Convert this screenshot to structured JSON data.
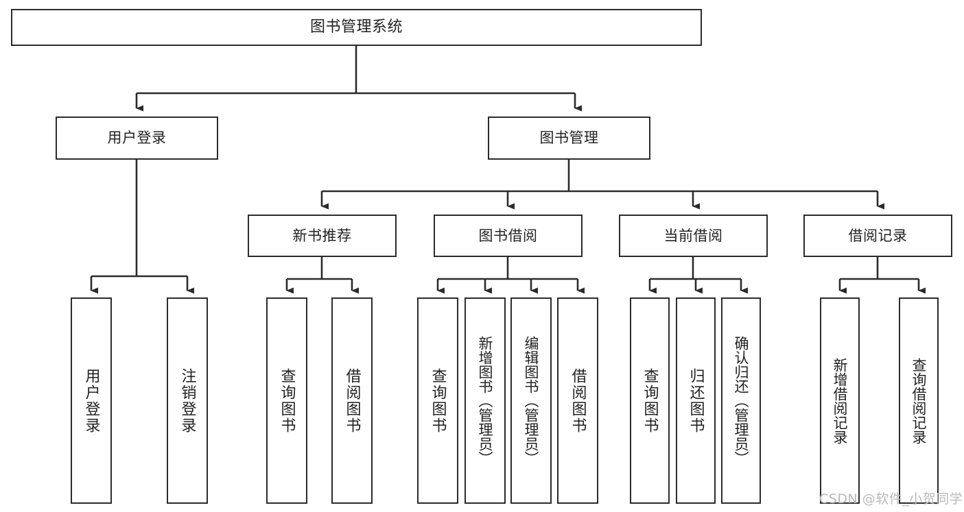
{
  "diagram": {
    "title_node": {
      "id": "root",
      "label": "图书管理系统"
    },
    "level2": [
      {
        "id": "user-login",
        "label": "用户登录"
      },
      {
        "id": "book-manage",
        "label": "图书管理"
      }
    ],
    "level3": [
      {
        "id": "new-book-recommend",
        "label": "新书推荐"
      },
      {
        "id": "book-borrow",
        "label": "图书借阅"
      },
      {
        "id": "current-borrow",
        "label": "当前借阅"
      },
      {
        "id": "borrow-record",
        "label": "借阅记录"
      }
    ],
    "leaves": [
      {
        "id": "leaf-user-login",
        "label": "用户登录",
        "parent": "user-login"
      },
      {
        "id": "leaf-logout-login",
        "label": "注销登录",
        "parent": "user-login"
      },
      {
        "id": "leaf-query-book-1",
        "label": "查询图书",
        "parent": "new-book-recommend"
      },
      {
        "id": "leaf-borrow-book-1",
        "label": "借阅图书",
        "parent": "new-book-recommend"
      },
      {
        "id": "leaf-query-book-2",
        "label": "查询图书",
        "parent": "book-borrow"
      },
      {
        "id": "leaf-add-book-admin",
        "label": "新增图书（管理员）",
        "parent": "book-borrow"
      },
      {
        "id": "leaf-edit-book-admin",
        "label": "编辑图书（管理员）",
        "parent": "book-borrow"
      },
      {
        "id": "leaf-borrow-book-2",
        "label": "借阅图书",
        "parent": "book-borrow"
      },
      {
        "id": "leaf-query-book-3",
        "label": "查询图书",
        "parent": "current-borrow"
      },
      {
        "id": "leaf-return-book",
        "label": "归还图书",
        "parent": "current-borrow"
      },
      {
        "id": "leaf-confirm-return-admin",
        "label": "确认归还（管理员）",
        "parent": "current-borrow"
      },
      {
        "id": "leaf-add-borrow-record",
        "label": "新增借阅记录",
        "parent": "borrow-record"
      },
      {
        "id": "leaf-query-borrow-record",
        "label": "查询借阅记录",
        "parent": "borrow-record"
      }
    ],
    "watermark": "CSDN @软件_小贺同学",
    "colors": {
      "stroke": "#2b2b2b",
      "text": "#222222",
      "background": "#ffffff",
      "watermark": "#b9b9b9"
    }
  }
}
